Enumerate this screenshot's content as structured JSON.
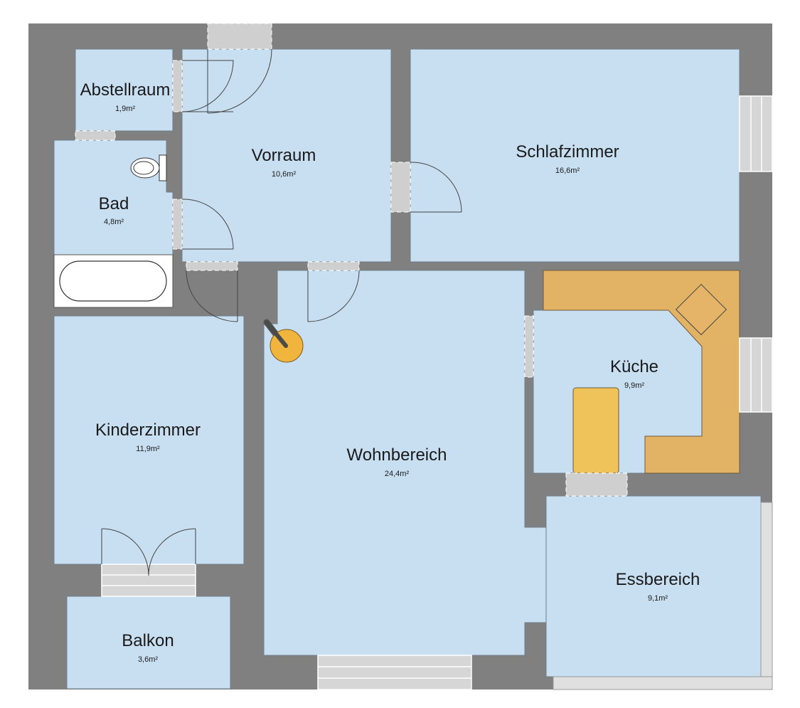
{
  "colors": {
    "wall": "#808080",
    "room_fill": "#c8dff2",
    "counter": "#e3b365",
    "table": "#f0c35a",
    "stove": "#f1b43c"
  },
  "rooms": {
    "abstellraum": {
      "name": "Abstellraum",
      "area": "1,9m²"
    },
    "vorraum": {
      "name": "Vorraum",
      "area": "10,6m²"
    },
    "schlafzimmer": {
      "name": "Schlafzimmer",
      "area": "16,6m²"
    },
    "bad": {
      "name": "Bad",
      "area": "4,8m²"
    },
    "kinderzimmer": {
      "name": "Kinderzimmer",
      "area": "11,9m²"
    },
    "wohnbereich": {
      "name": "Wohnbereich",
      "area": "24,4m²"
    },
    "kueche": {
      "name": "Küche",
      "area": "9,9m²"
    },
    "essbereich": {
      "name": "Essbereich",
      "area": "9,1m²"
    },
    "balkon": {
      "name": "Balkon",
      "area": "3,6m²"
    }
  }
}
